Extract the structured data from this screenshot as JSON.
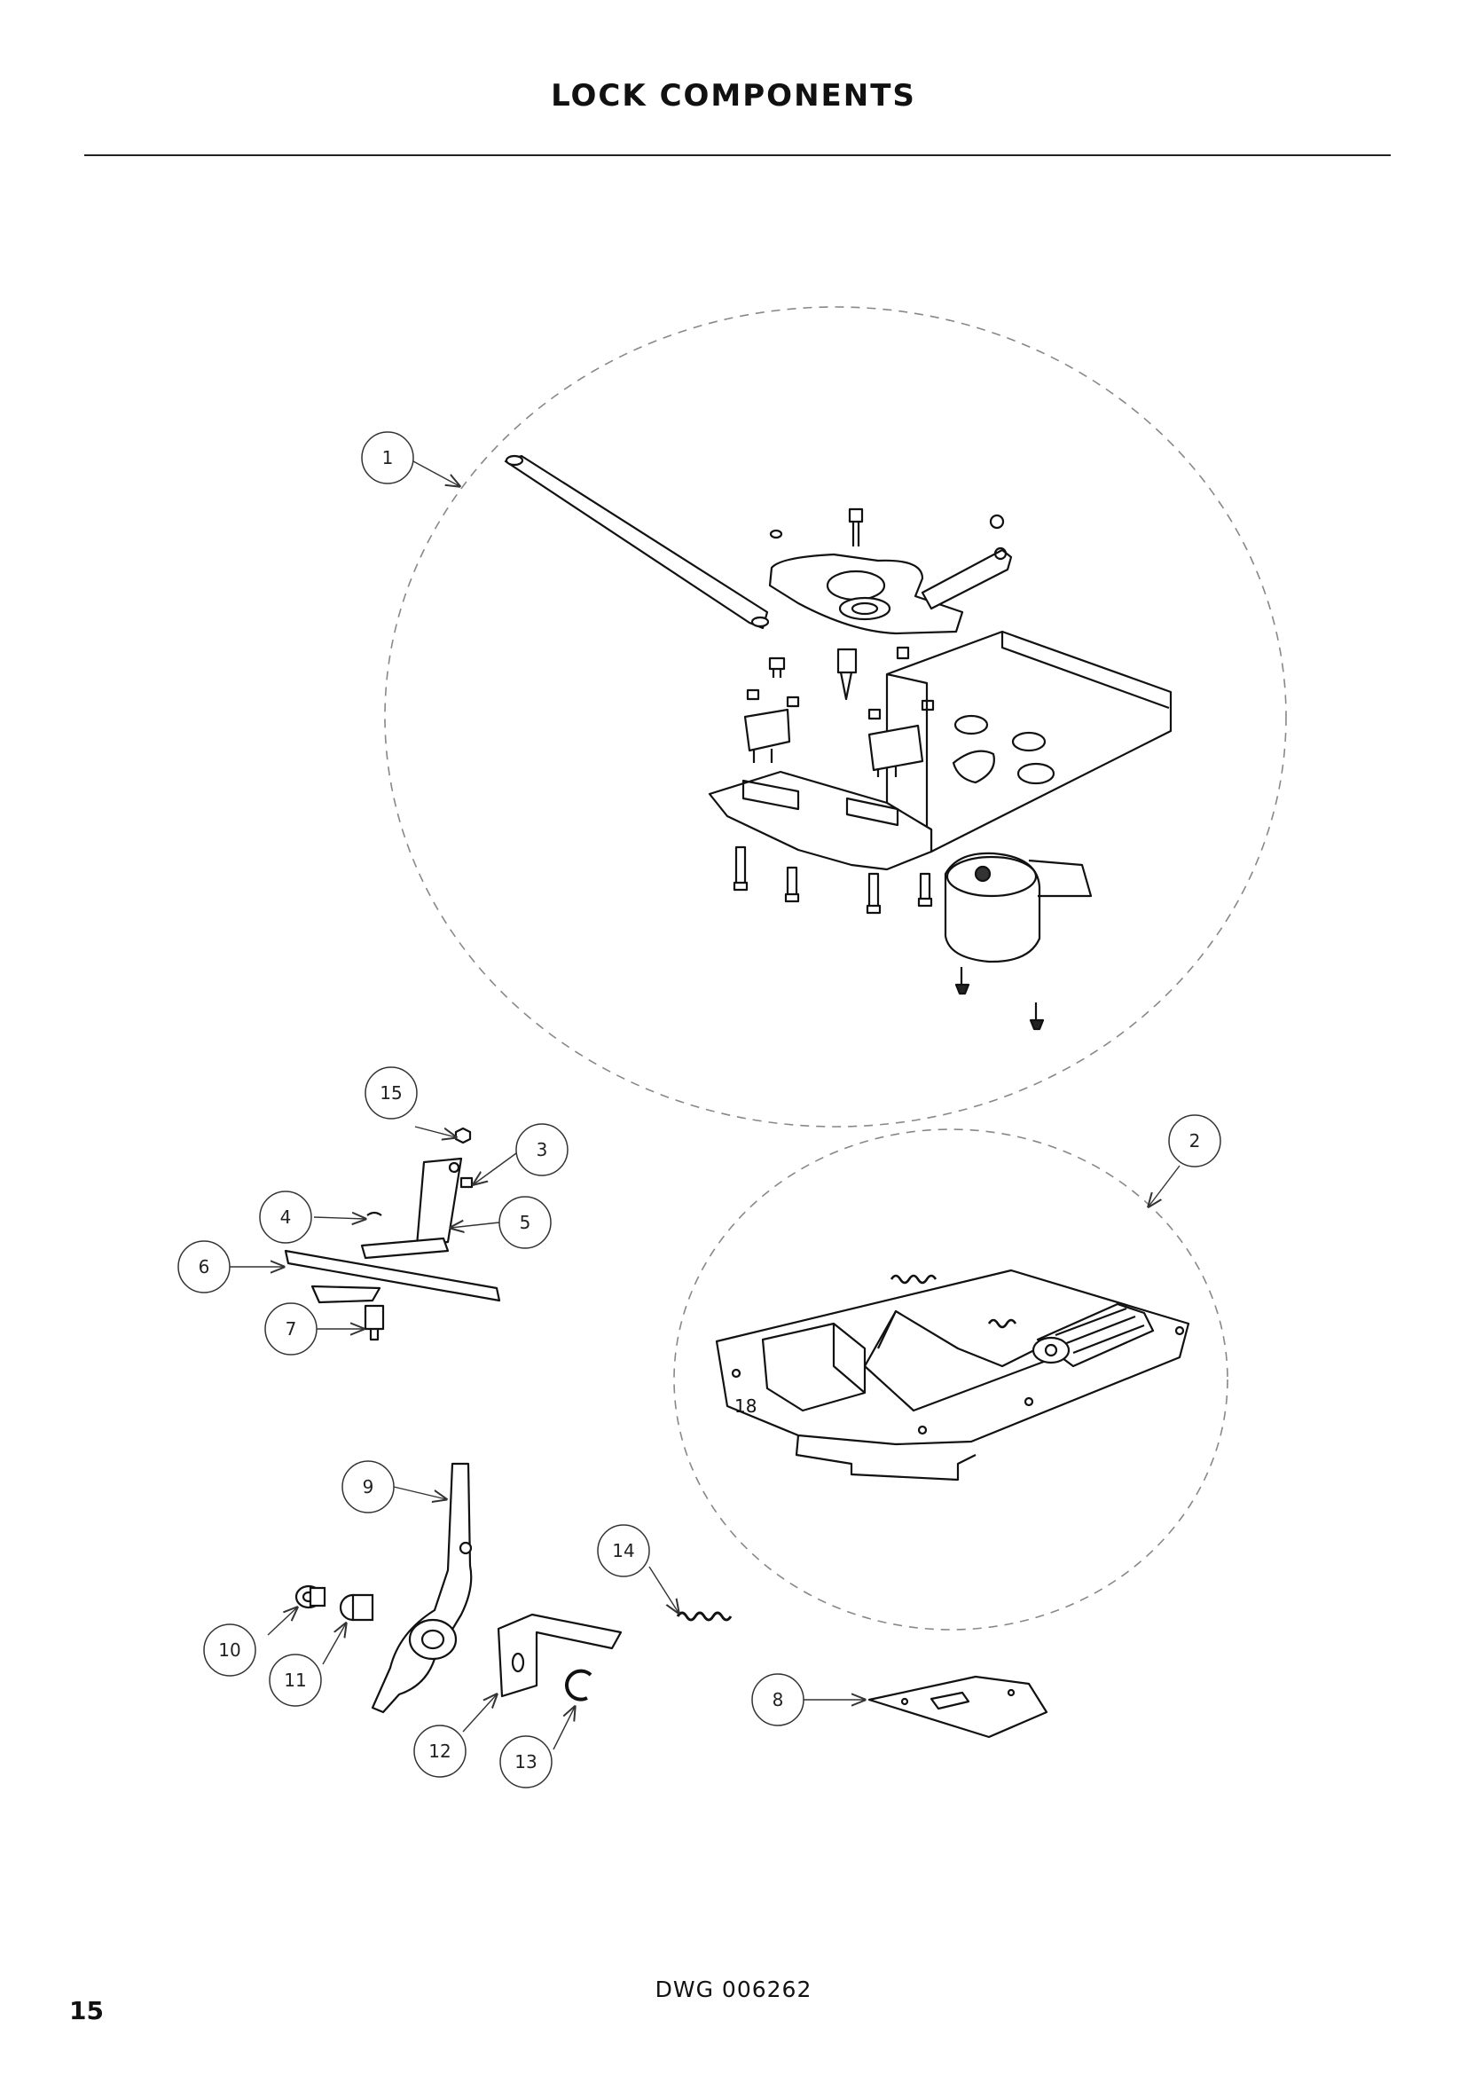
{
  "page": {
    "title": "LOCK COMPONENTS",
    "drawing_number": "DWG 006262",
    "page_number": "15"
  },
  "callouts": [
    "1",
    "2",
    "3",
    "4",
    "5",
    "6",
    "7",
    "8",
    "9",
    "10",
    "11",
    "12",
    "13",
    "14",
    "15"
  ],
  "detail_2": {
    "part_mark": "18"
  },
  "colors": {
    "line": "#111111",
    "dashed_circle": "#888888",
    "paper": "#ffffff"
  }
}
